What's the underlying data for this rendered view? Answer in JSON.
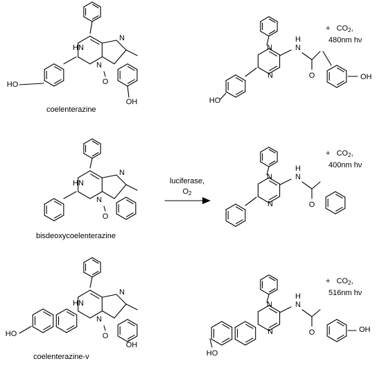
{
  "atoms": {
    "nh": "NH",
    "hn": "HN",
    "n": "N",
    "o": "O",
    "ho": "HO",
    "oh": "OH",
    "h": "H"
  },
  "compounds": [
    {
      "name": "coelenterazine"
    },
    {
      "name": "bisdeoxycoelenterazine"
    },
    {
      "name": "coelenterazine-v"
    }
  ],
  "products": [
    {
      "plus": "+",
      "co2_main": "CO",
      "co2_sub": "2",
      "co2_tail": ",",
      "light": "480nm hν"
    },
    {
      "plus": "+",
      "co2_main": "CO",
      "co2_sub": "2",
      "co2_tail": ",",
      "light": "400nm hν"
    },
    {
      "plus": "+",
      "co2_main": "CO",
      "co2_sub": "2",
      "co2_tail": ",",
      "light": "516nm hν"
    }
  ],
  "reaction": {
    "catalyst": "luciferase,",
    "reagent_main": "O",
    "reagent_sub": "2"
  }
}
